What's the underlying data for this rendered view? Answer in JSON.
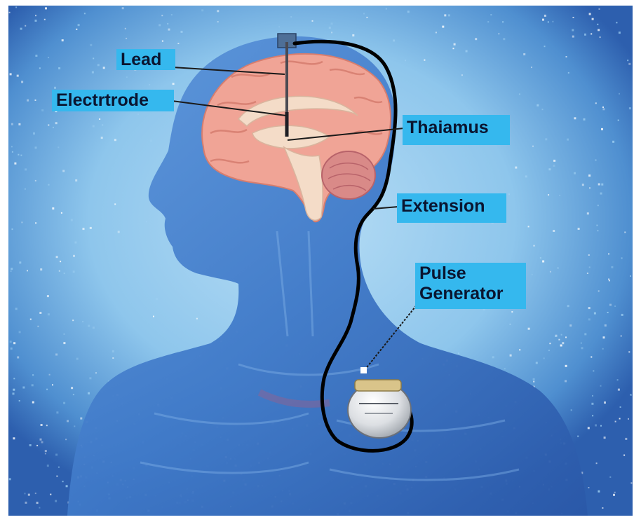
{
  "labels": {
    "lead": "Lead",
    "electrode": "Electrtrode",
    "thalamus": "Thaiamus",
    "extension": "Extension",
    "pulse_generator_line1": "Pulse",
    "pulse_generator_line2": "Generator"
  },
  "colors": {
    "page_background": "#ffffff",
    "scene_background": "#2d5fae",
    "glow": "#8ec6ec",
    "body": "#4d86d2",
    "brain": "#f0a496",
    "cerebellum": "#d98a88",
    "wire": "#000000",
    "label_background": "#35b8ee",
    "label_text": "#0a1530",
    "device": "#e4e6e9"
  }
}
